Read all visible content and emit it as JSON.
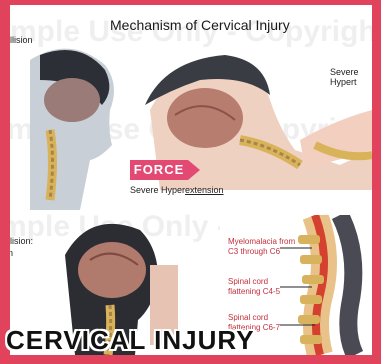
{
  "title": "Mechanism of Cervical Injury",
  "labels": {
    "collision_top": "llision",
    "collision_bottom_1": "llision:",
    "collision_bottom_2": "n",
    "hyper_top": "Severe Hypert",
    "force": "FORCE",
    "hyper_caption_prefix": "Severe Hyper",
    "hyper_caption_underlined": "extension"
  },
  "annotations": [
    {
      "line1": "Myelomalacia from",
      "line2": "C3 through C6"
    },
    {
      "line1": "Spinal cord",
      "line2": "flattening C4-5"
    },
    {
      "line1": "Spinal cord",
      "line2": "flattening C6-7"
    }
  ],
  "watermark": [
    "mple Use Only - Copyrigh",
    "ample Use Only - Copyright",
    "mple Use Only - Copyright"
  ],
  "overlay_title": "CERVICAL INJURY",
  "colors": {
    "frame": "#e2435c",
    "force": "#e24a74",
    "annotation": "#c2303c"
  }
}
